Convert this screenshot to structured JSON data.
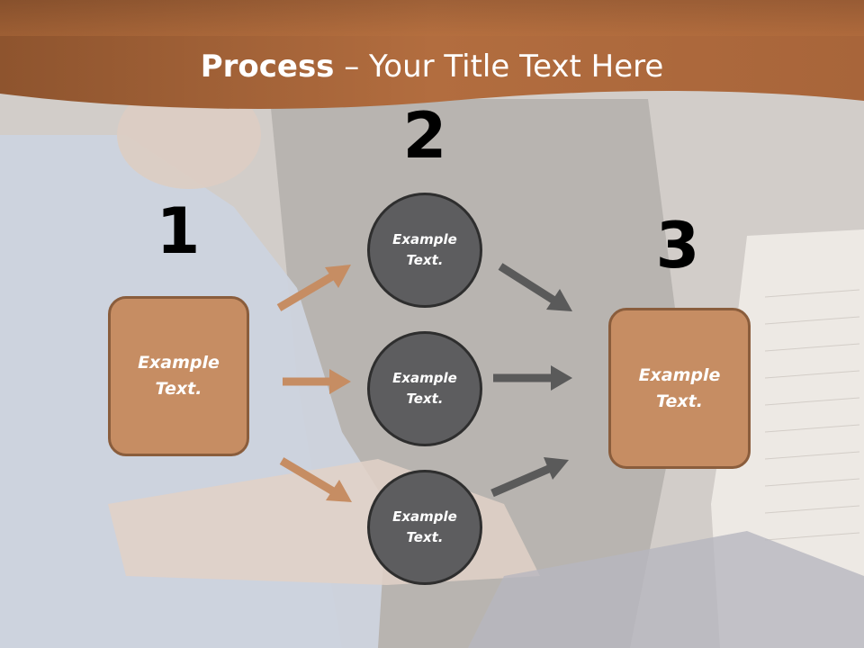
{
  "title": {
    "bold": "Process",
    "rest": " – Your Title Text Here"
  },
  "colors": {
    "header_band": "#a8653a",
    "box_fill": "#c68d63",
    "box_border": "#8a5d3c",
    "circle_fill": "#5d5d5f",
    "circle_border": "#2e2e2e",
    "arrow_left": "#c68d63",
    "arrow_right": "#5a5a5a"
  },
  "steps": {
    "one": "1",
    "two": "2",
    "three": "3"
  },
  "boxes": {
    "left": "Example Text.",
    "right": "Example Text."
  },
  "circles": {
    "top": "Example Text.",
    "middle": "Example Text.",
    "bottom": "Example Text."
  }
}
